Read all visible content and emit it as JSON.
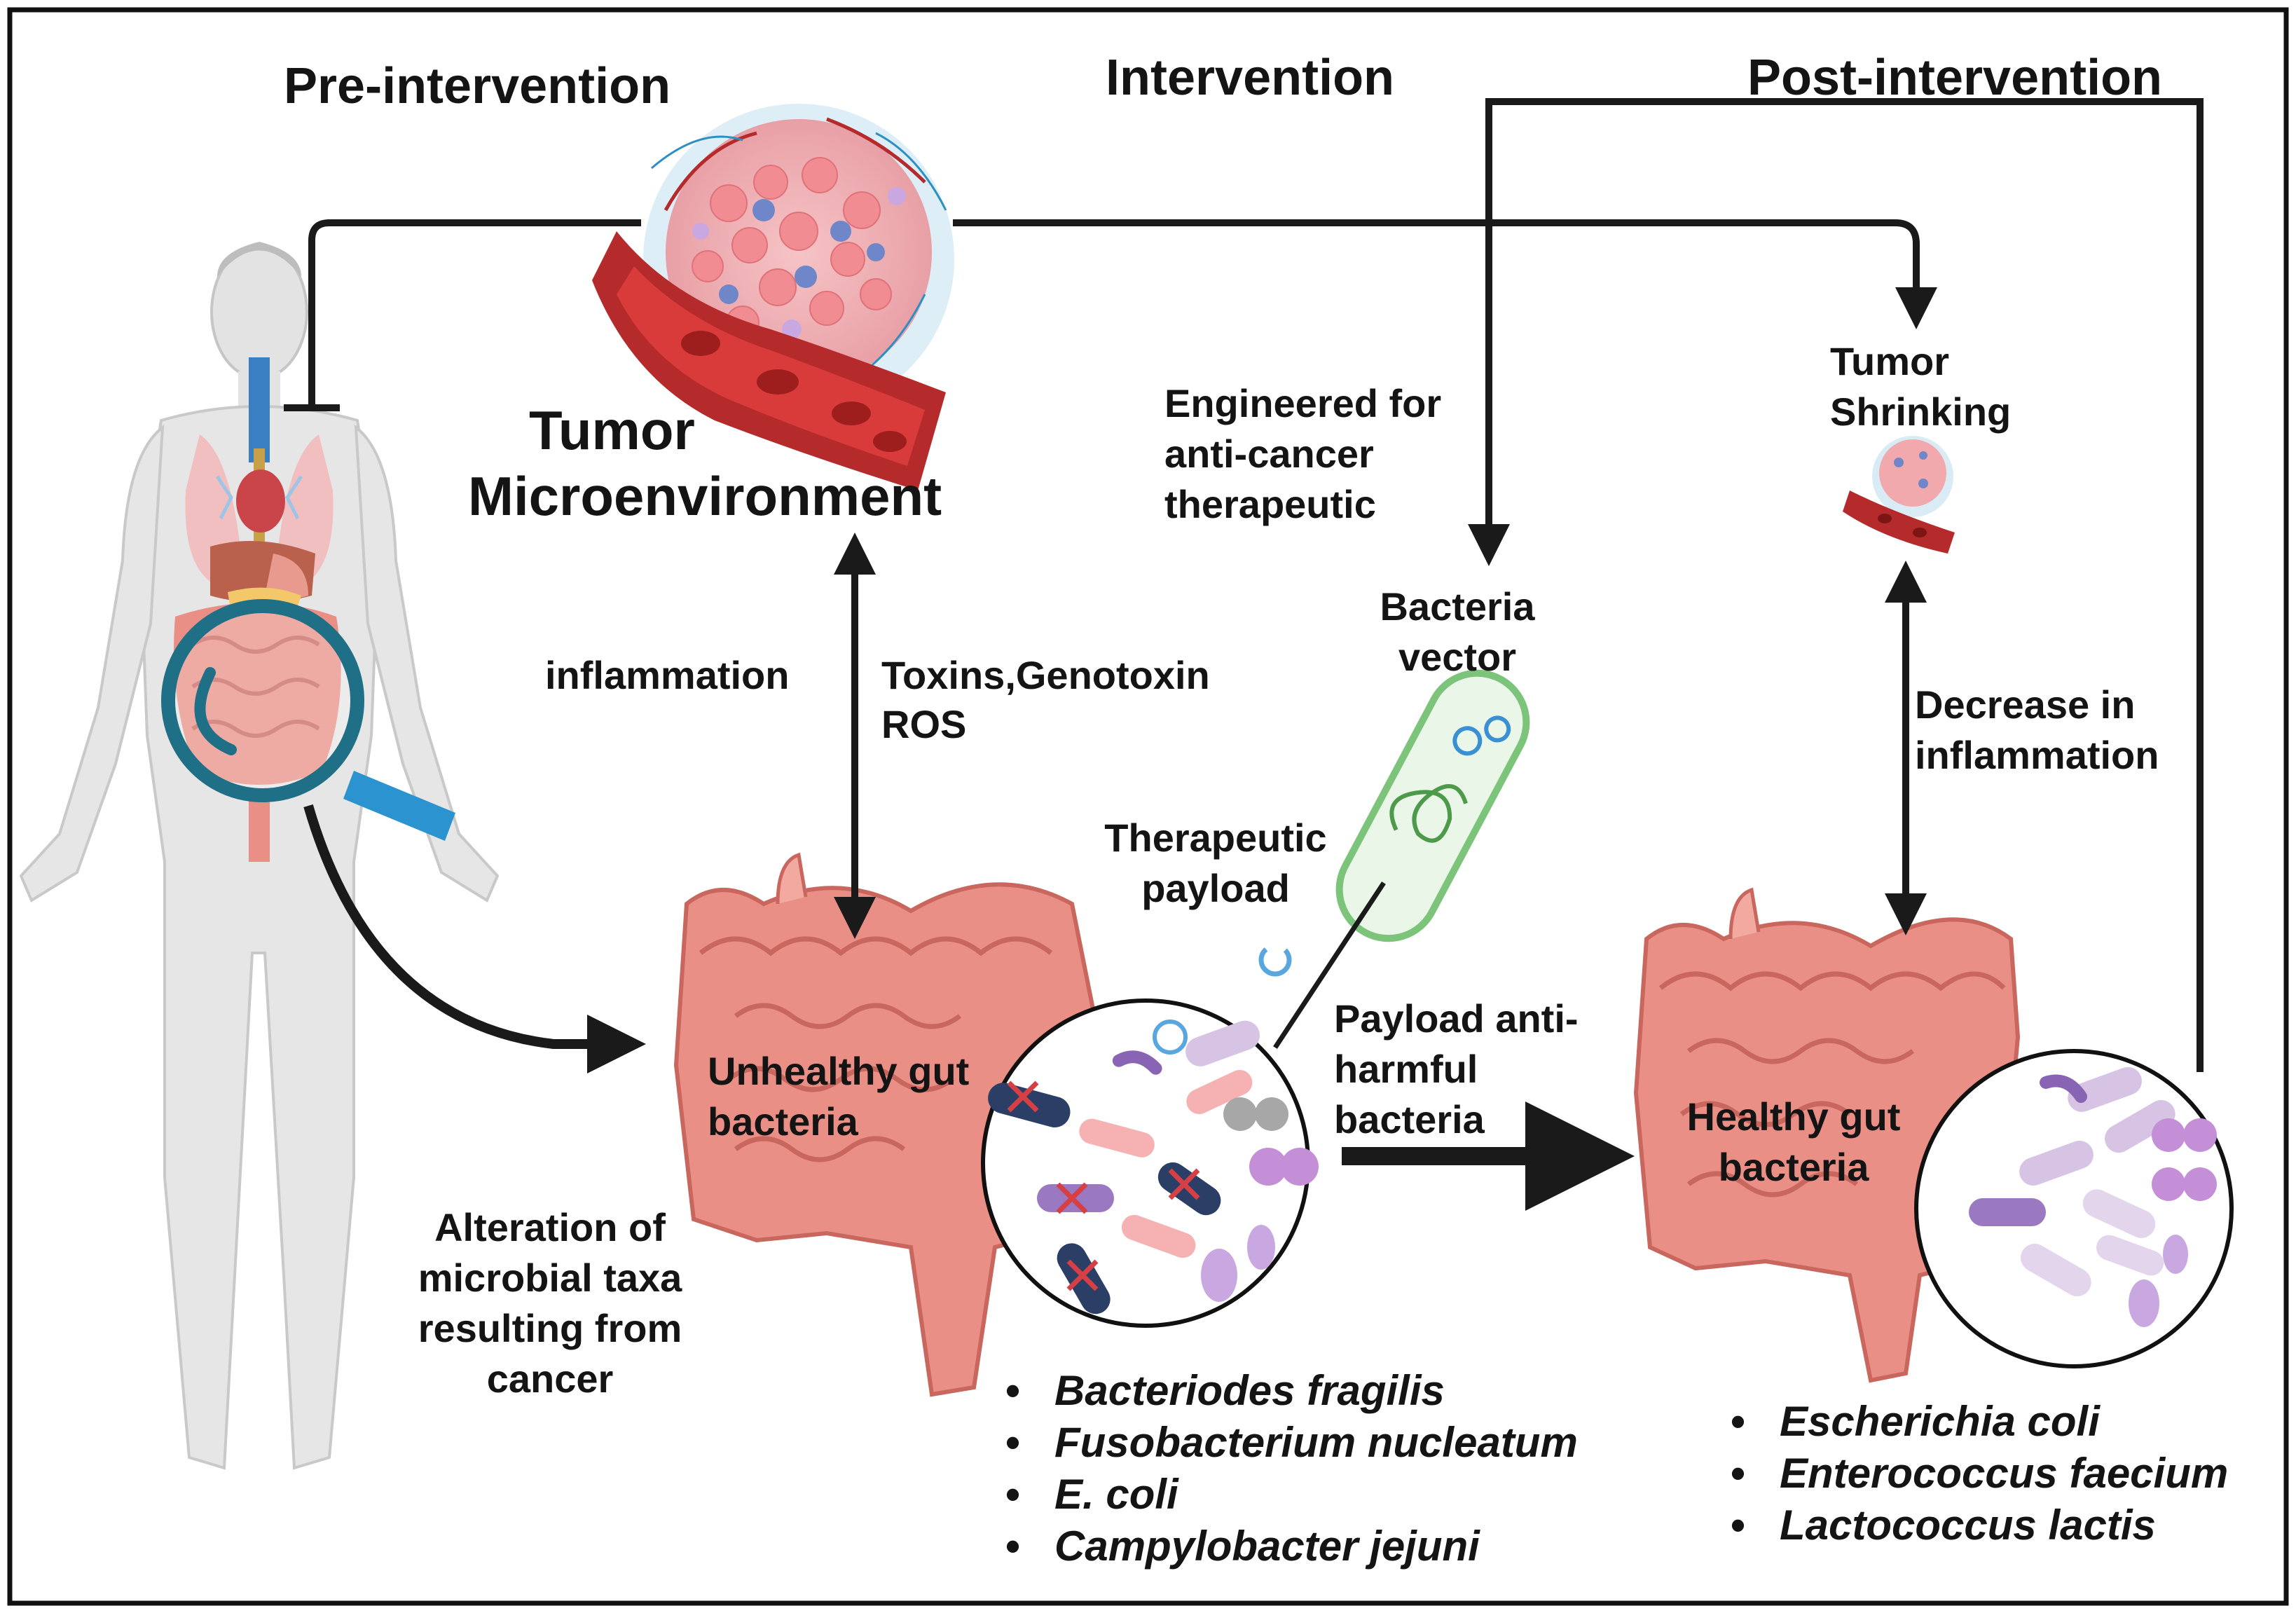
{
  "header": {
    "pre": "Pre-intervention",
    "intervention": "Intervention",
    "post": "Post-intervention"
  },
  "labels": {
    "tumor_micro_line1": "Tumor",
    "tumor_micro_line2": "Microenvironment",
    "inflammation": "inflammation",
    "toxins_line1": "Toxins,Genotoxin",
    "toxins_line2": "ROS",
    "engineered_line1": "Engineered for",
    "engineered_line2": "anti-cancer",
    "engineered_line3": "therapeutic",
    "bacteria_vector_line1": "Bacteria",
    "bacteria_vector_line2": "vector",
    "tumor_shrinking_line1": "Tumor",
    "tumor_shrinking_line2": "Shrinking",
    "decrease_line1": "Decrease in",
    "decrease_line2": "inflammation",
    "therapeutic_payload_line1": "Therapeutic",
    "therapeutic_payload_line2": "payload",
    "payload_anti_line1": "Payload anti-",
    "payload_anti_line2": "harmful",
    "payload_anti_line3": "bacteria",
    "unhealthy_line1": "Unhealthy gut",
    "unhealthy_line2": "bacteria",
    "healthy_line1": "Healthy gut",
    "healthy_line2": "bacteria",
    "alteration_line1": "Alteration of",
    "alteration_line2": "microbial taxa",
    "alteration_line3": "resulting from",
    "alteration_line4": "cancer"
  },
  "harmful_bacteria": [
    "Bacteriodes fragilis",
    "Fusobacterium nucleatum",
    "E. coli",
    "Campylobacter jejuni"
  ],
  "beneficial_bacteria": [
    "Escherichia coli",
    "Enterococcus faecium",
    "Lactococcus lactis"
  ],
  "colors": {
    "arrow": "#1a1a1a",
    "intestine": "#e98f86",
    "intestine_dark": "#c9665e",
    "tumor": "#f3b7b9",
    "blood_vessel": "#b52a2a",
    "vector_green": "#7cc47a",
    "magnifier": "#1f6f86",
    "handle": "#2b93cf",
    "harmful_blue": "#2b3f66",
    "beneficial_purple": "#c9a8d9"
  }
}
